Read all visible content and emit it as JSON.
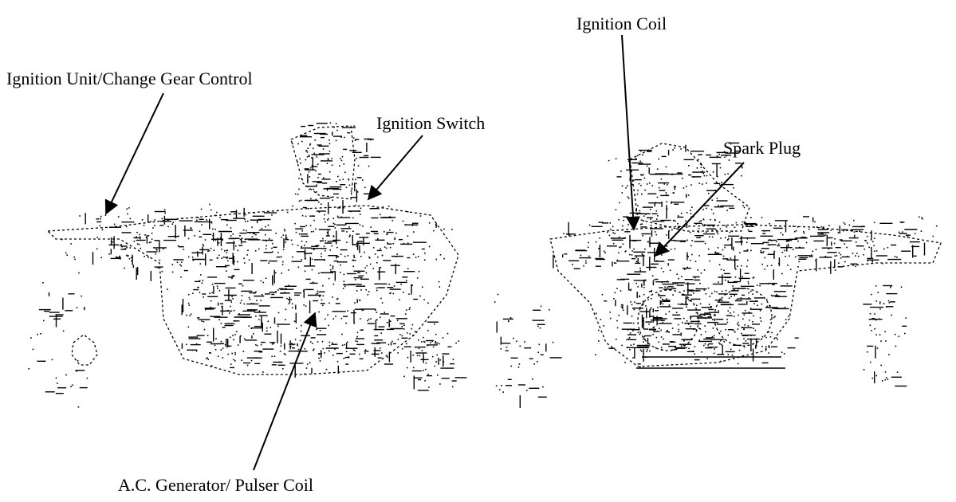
{
  "diagram": {
    "callouts": [
      {
        "key": "ignition_unit",
        "text": "Ignition Unit/Change Gear Control"
      },
      {
        "key": "ignition_switch",
        "text": "Ignition Switch"
      },
      {
        "key": "ac_generator",
        "text": "A.C. Generator/ Pulser Coil"
      },
      {
        "key": "ignition_coil",
        "text": "Ignition Coil"
      },
      {
        "key": "spark_plug",
        "text": "Spark Plug"
      }
    ],
    "colors": {
      "ink": "#000000",
      "background": "#ffffff"
    }
  }
}
